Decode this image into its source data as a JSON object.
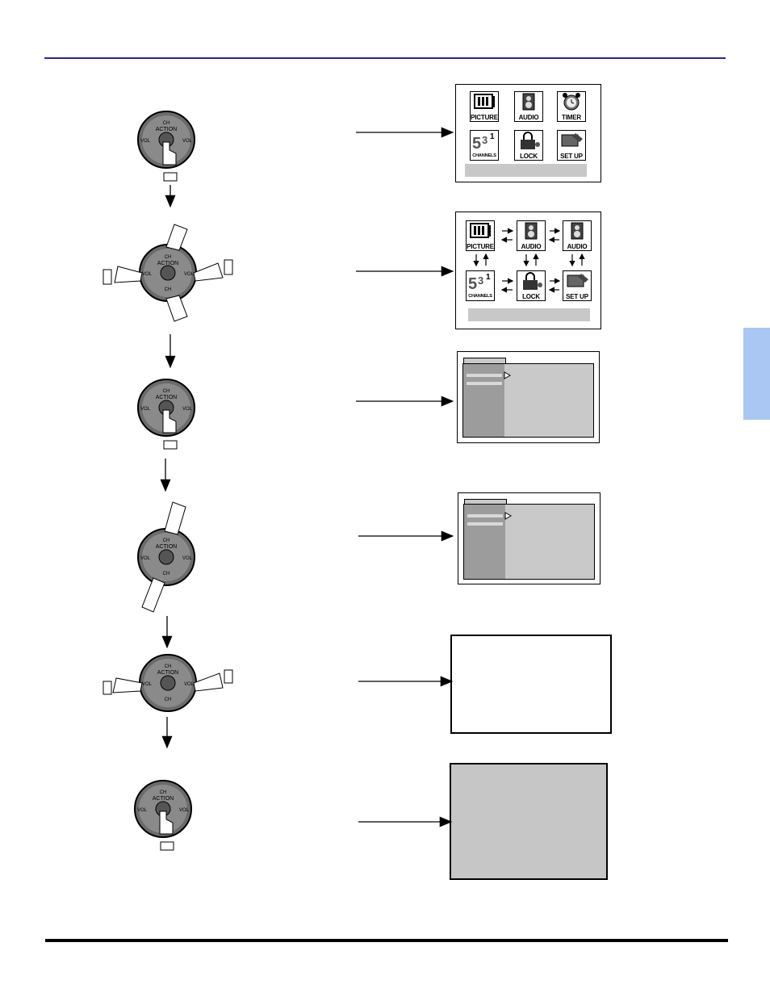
{
  "main_menu": {
    "tiles": [
      {
        "label": "PICTURE",
        "icon": "picture-icon"
      },
      {
        "label": "AUDIO",
        "icon": "speaker-icon"
      },
      {
        "label": "TIMER",
        "icon": "alarm-clock-icon"
      },
      {
        "label": "CHANNELS",
        "icon": "channels-icon"
      },
      {
        "label": "LOCK",
        "icon": "padlock-icon"
      },
      {
        "label": "SET UP",
        "icon": "setup-icon"
      }
    ]
  },
  "nav_menu": {
    "tiles": [
      {
        "label": "PICTURE",
        "icon": "picture-icon"
      },
      {
        "label": "AUDIO",
        "icon": "speaker-icon"
      },
      {
        "label": "AUDIO",
        "icon": "speaker-icon"
      },
      {
        "label": "CHANNELS",
        "icon": "channels-icon"
      },
      {
        "label": "LOCK",
        "icon": "padlock-icon"
      },
      {
        "label": "SET UP",
        "icon": "setup-icon"
      }
    ]
  },
  "remote": {
    "ch_label": "CH",
    "action_label": "ACTION",
    "vol_label": "VOL"
  },
  "colors": {
    "rule": "#2626a6",
    "side_tab": "#a9c7f2",
    "menu_gray": "#c9c9c9",
    "menu_dark": "#9c9c9c"
  }
}
